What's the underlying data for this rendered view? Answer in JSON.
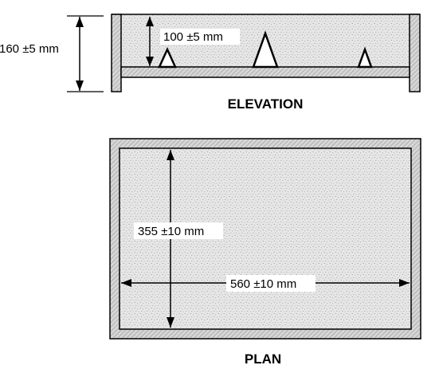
{
  "elevation": {
    "title": "ELEVATION",
    "overall_height": "160 ±5 mm",
    "fill_depth": "100 ±5 mm"
  },
  "plan": {
    "title": "PLAN",
    "width": "355 ±10 mm",
    "length": "560 ±10 mm"
  },
  "colors": {
    "line": "#000000",
    "wall_fill": "#d4d4d4",
    "gravel_fill": "#e4e4e4"
  }
}
